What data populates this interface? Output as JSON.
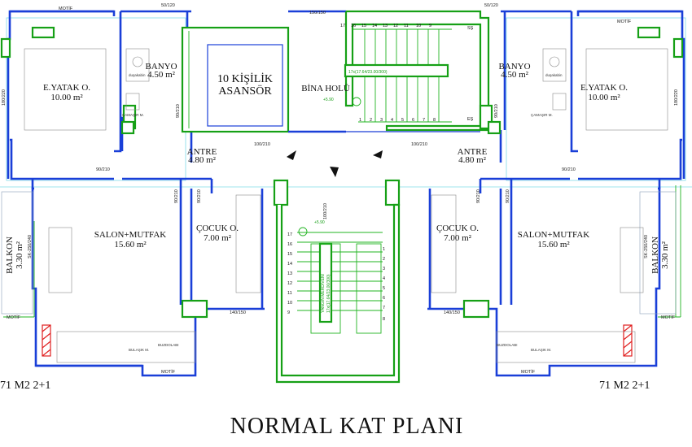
{
  "title": "NORMAL KAT PLANI",
  "unit_left": "71 M2 2+1",
  "unit_right": "71 M2 2+1",
  "rooms": {
    "bedroom_left": {
      "name": "E.YATAK O.",
      "area": "10.00 m²"
    },
    "bedroom_right": {
      "name": "E.YATAK O.",
      "area": "10.00 m²"
    },
    "bath_left": {
      "name": "BANYO",
      "area": "4.50 m²"
    },
    "bath_right": {
      "name": "BANYO",
      "area": "4.50 m²"
    },
    "elevator": {
      "name": "10 KİŞİLİK",
      "sub": "ASANSÖR"
    },
    "hall": {
      "name": "BİNA HOLÜ"
    },
    "entry_left": {
      "name": "ANTRE",
      "area": "4.80 m²"
    },
    "entry_right": {
      "name": "ANTRE",
      "area": "4.80 m²"
    },
    "living_left": {
      "name": "SALON+MUTFAK",
      "area": "15.60 m²"
    },
    "living_right": {
      "name": "SALON+MUTFAK",
      "area": "15.60 m²"
    },
    "child_left": {
      "name": "ÇOCUK O.",
      "area": "7.00 m²"
    },
    "child_right": {
      "name": "ÇOCUK O.",
      "area": "7.00 m²"
    },
    "balcony_left": {
      "name": "BALKON",
      "area": "3.30 m²"
    },
    "balcony_right": {
      "name": "BALKON",
      "area": "3.30 m²"
    }
  },
  "dims": {
    "motif": "MOTİF",
    "d50_120": "50/120",
    "d150_150": "150/150",
    "d100_210": "100/210",
    "d90_210": "90/210",
    "d180_220": "180/220",
    "d140_150": "140/150",
    "sk250_240": "SK-250/240"
  },
  "labels": {
    "ss": "SŞ",
    "es": "EŞ",
    "stair_top": "17x(17.64/23.00/300)",
    "stair_bottom": "YANGIN MERDİVENİ",
    "stair_bottom2": "17x(17.64/23.00/300)",
    "level": "+5.90",
    "camasir": "ÇAMAŞIR M.",
    "bulasik": "BULAŞIK M.",
    "buzdolabi": "BUZDOLABI",
    "dusakabin": "duşakabin"
  },
  "stairs": {
    "top_upper": [
      "17",
      "16",
      "15",
      "14",
      "13",
      "12",
      "11",
      "10",
      "9"
    ],
    "top_lower": [
      "1",
      "2",
      "3",
      "4",
      "5",
      "6",
      "7",
      "8"
    ],
    "bottom_left": [
      "17",
      "16",
      "15",
      "14",
      "13",
      "12",
      "11",
      "10",
      "9"
    ],
    "bottom_right": [
      "1",
      "2",
      "3",
      "4",
      "5",
      "6",
      "7",
      "8"
    ]
  }
}
